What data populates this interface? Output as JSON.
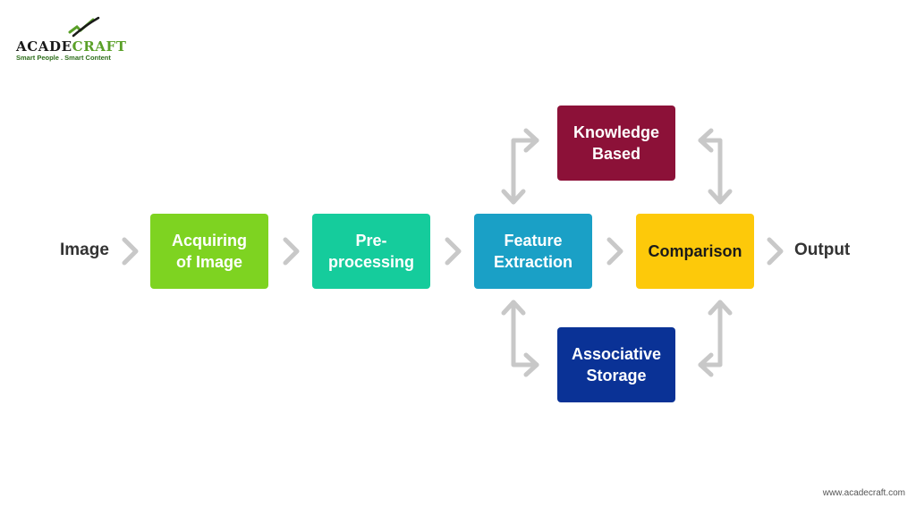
{
  "brand": {
    "name_prefix": "ACADE",
    "name_accent": "CRAFT",
    "tagline": "Smart People . Smart Content",
    "website": "www.acadecraft.com"
  },
  "flow": {
    "input_label": "Image",
    "output_label": "Output",
    "steps": [
      {
        "id": "acquiring",
        "lines": [
          "Acquiring",
          "of Image"
        ],
        "color": "#7ed321"
      },
      {
        "id": "preprocessing",
        "lines": [
          "Pre-",
          "processing"
        ],
        "color": "#15cc9c"
      },
      {
        "id": "feature",
        "lines": [
          "Feature",
          "Extraction"
        ],
        "color": "#1aa0c6"
      },
      {
        "id": "comparison",
        "lines": [
          "Comparison"
        ],
        "color": "#fdc90a"
      }
    ],
    "knowledge": {
      "lines": [
        "Knowledge",
        "Based"
      ],
      "color": "#8c1138"
    },
    "storage": {
      "lines": [
        "Associative",
        "Storage"
      ],
      "color": "#0a3296"
    }
  },
  "colors": {
    "arrow": "#c8c8c8",
    "dark_text": "#1a1a1a"
  }
}
